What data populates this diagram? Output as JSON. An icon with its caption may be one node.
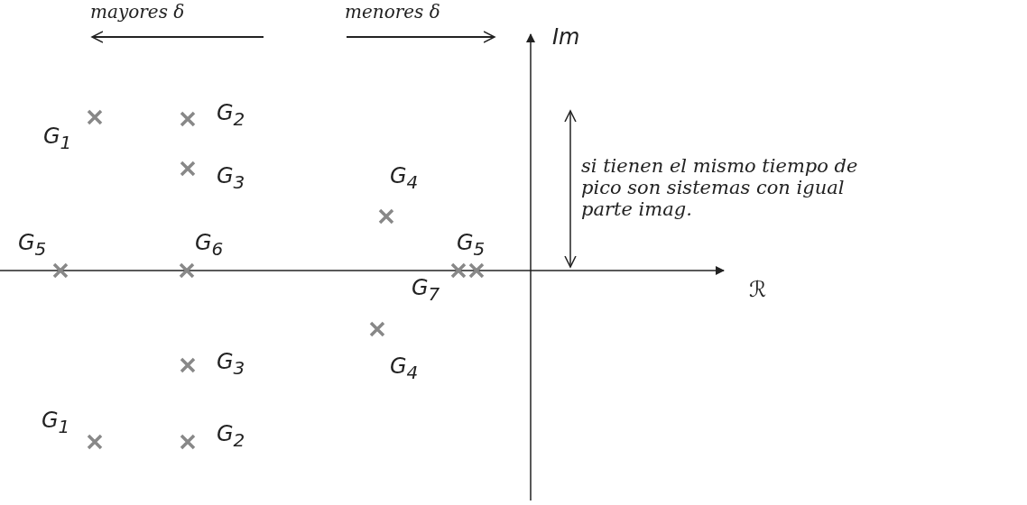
{
  "diagram": {
    "labels": [
      "mayores δ",
      "menores δ",
      "Im",
      "G$_{1}$",
      "G$_{2}$",
      "si tienen el mismo tiempo de pico son sistemas con igual parte imag.",
      "G$_{3}$",
      "G$_{4}$",
      "G$_{5}$",
      "G$_{6}$",
      "G$_{5}$",
      "G$_{7}$",
      "ℛ",
      "G$_{3}$",
      "G$_{4}$",
      "G$_{1}$",
      "G$_{2}$"
    ]
  }
}
